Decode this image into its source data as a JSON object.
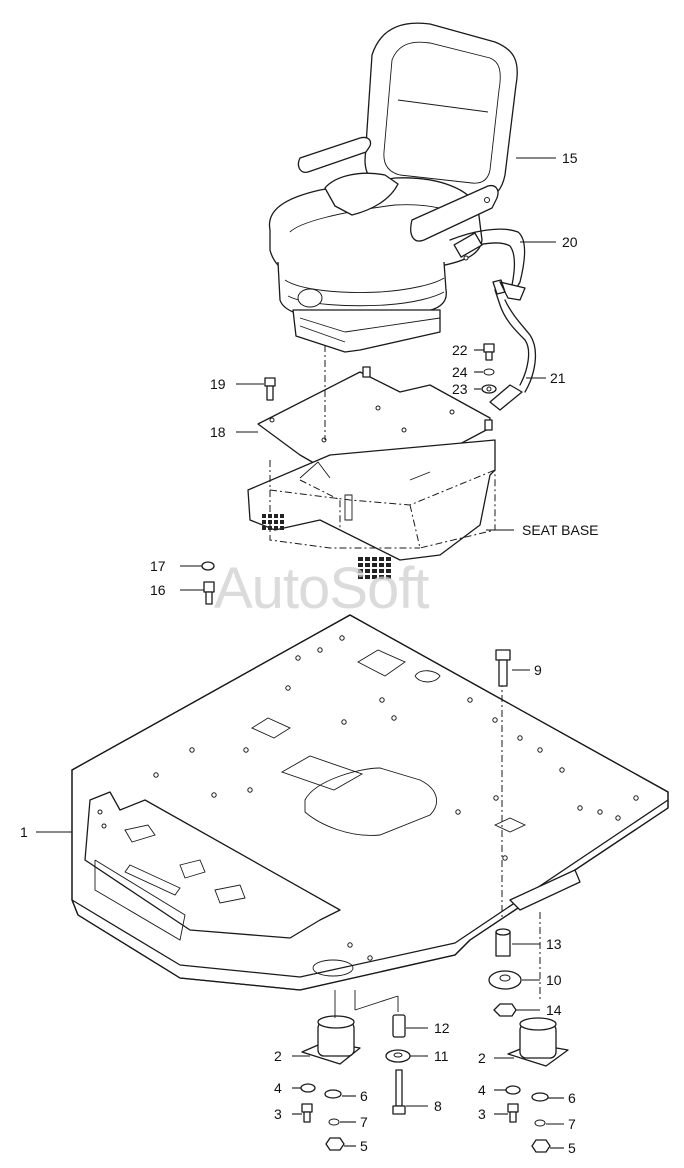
{
  "watermark": "AutoSoft",
  "labels": {
    "seat_base": "SEAT BASE"
  },
  "callouts": [
    {
      "id": "c1",
      "text": "1"
    },
    {
      "id": "c2a",
      "text": "2"
    },
    {
      "id": "c2b",
      "text": "2"
    },
    {
      "id": "c3a",
      "text": "3"
    },
    {
      "id": "c3b",
      "text": "3"
    },
    {
      "id": "c4a",
      "text": "4"
    },
    {
      "id": "c4b",
      "text": "4"
    },
    {
      "id": "c5a",
      "text": "5"
    },
    {
      "id": "c5b",
      "text": "5"
    },
    {
      "id": "c6a",
      "text": "6"
    },
    {
      "id": "c6b",
      "text": "6"
    },
    {
      "id": "c7a",
      "text": "7"
    },
    {
      "id": "c7b",
      "text": "7"
    },
    {
      "id": "c8",
      "text": "8"
    },
    {
      "id": "c9",
      "text": "9"
    },
    {
      "id": "c10",
      "text": "10"
    },
    {
      "id": "c11",
      "text": "11"
    },
    {
      "id": "c12",
      "text": "12"
    },
    {
      "id": "c13",
      "text": "13"
    },
    {
      "id": "c14",
      "text": "14"
    },
    {
      "id": "c15",
      "text": "15"
    },
    {
      "id": "c16",
      "text": "16"
    },
    {
      "id": "c17",
      "text": "17"
    },
    {
      "id": "c18",
      "text": "18"
    },
    {
      "id": "c19",
      "text": "19"
    },
    {
      "id": "c20",
      "text": "20"
    },
    {
      "id": "c21",
      "text": "21"
    },
    {
      "id": "c22",
      "text": "22"
    },
    {
      "id": "c23",
      "text": "23"
    },
    {
      "id": "c24",
      "text": "24"
    }
  ]
}
